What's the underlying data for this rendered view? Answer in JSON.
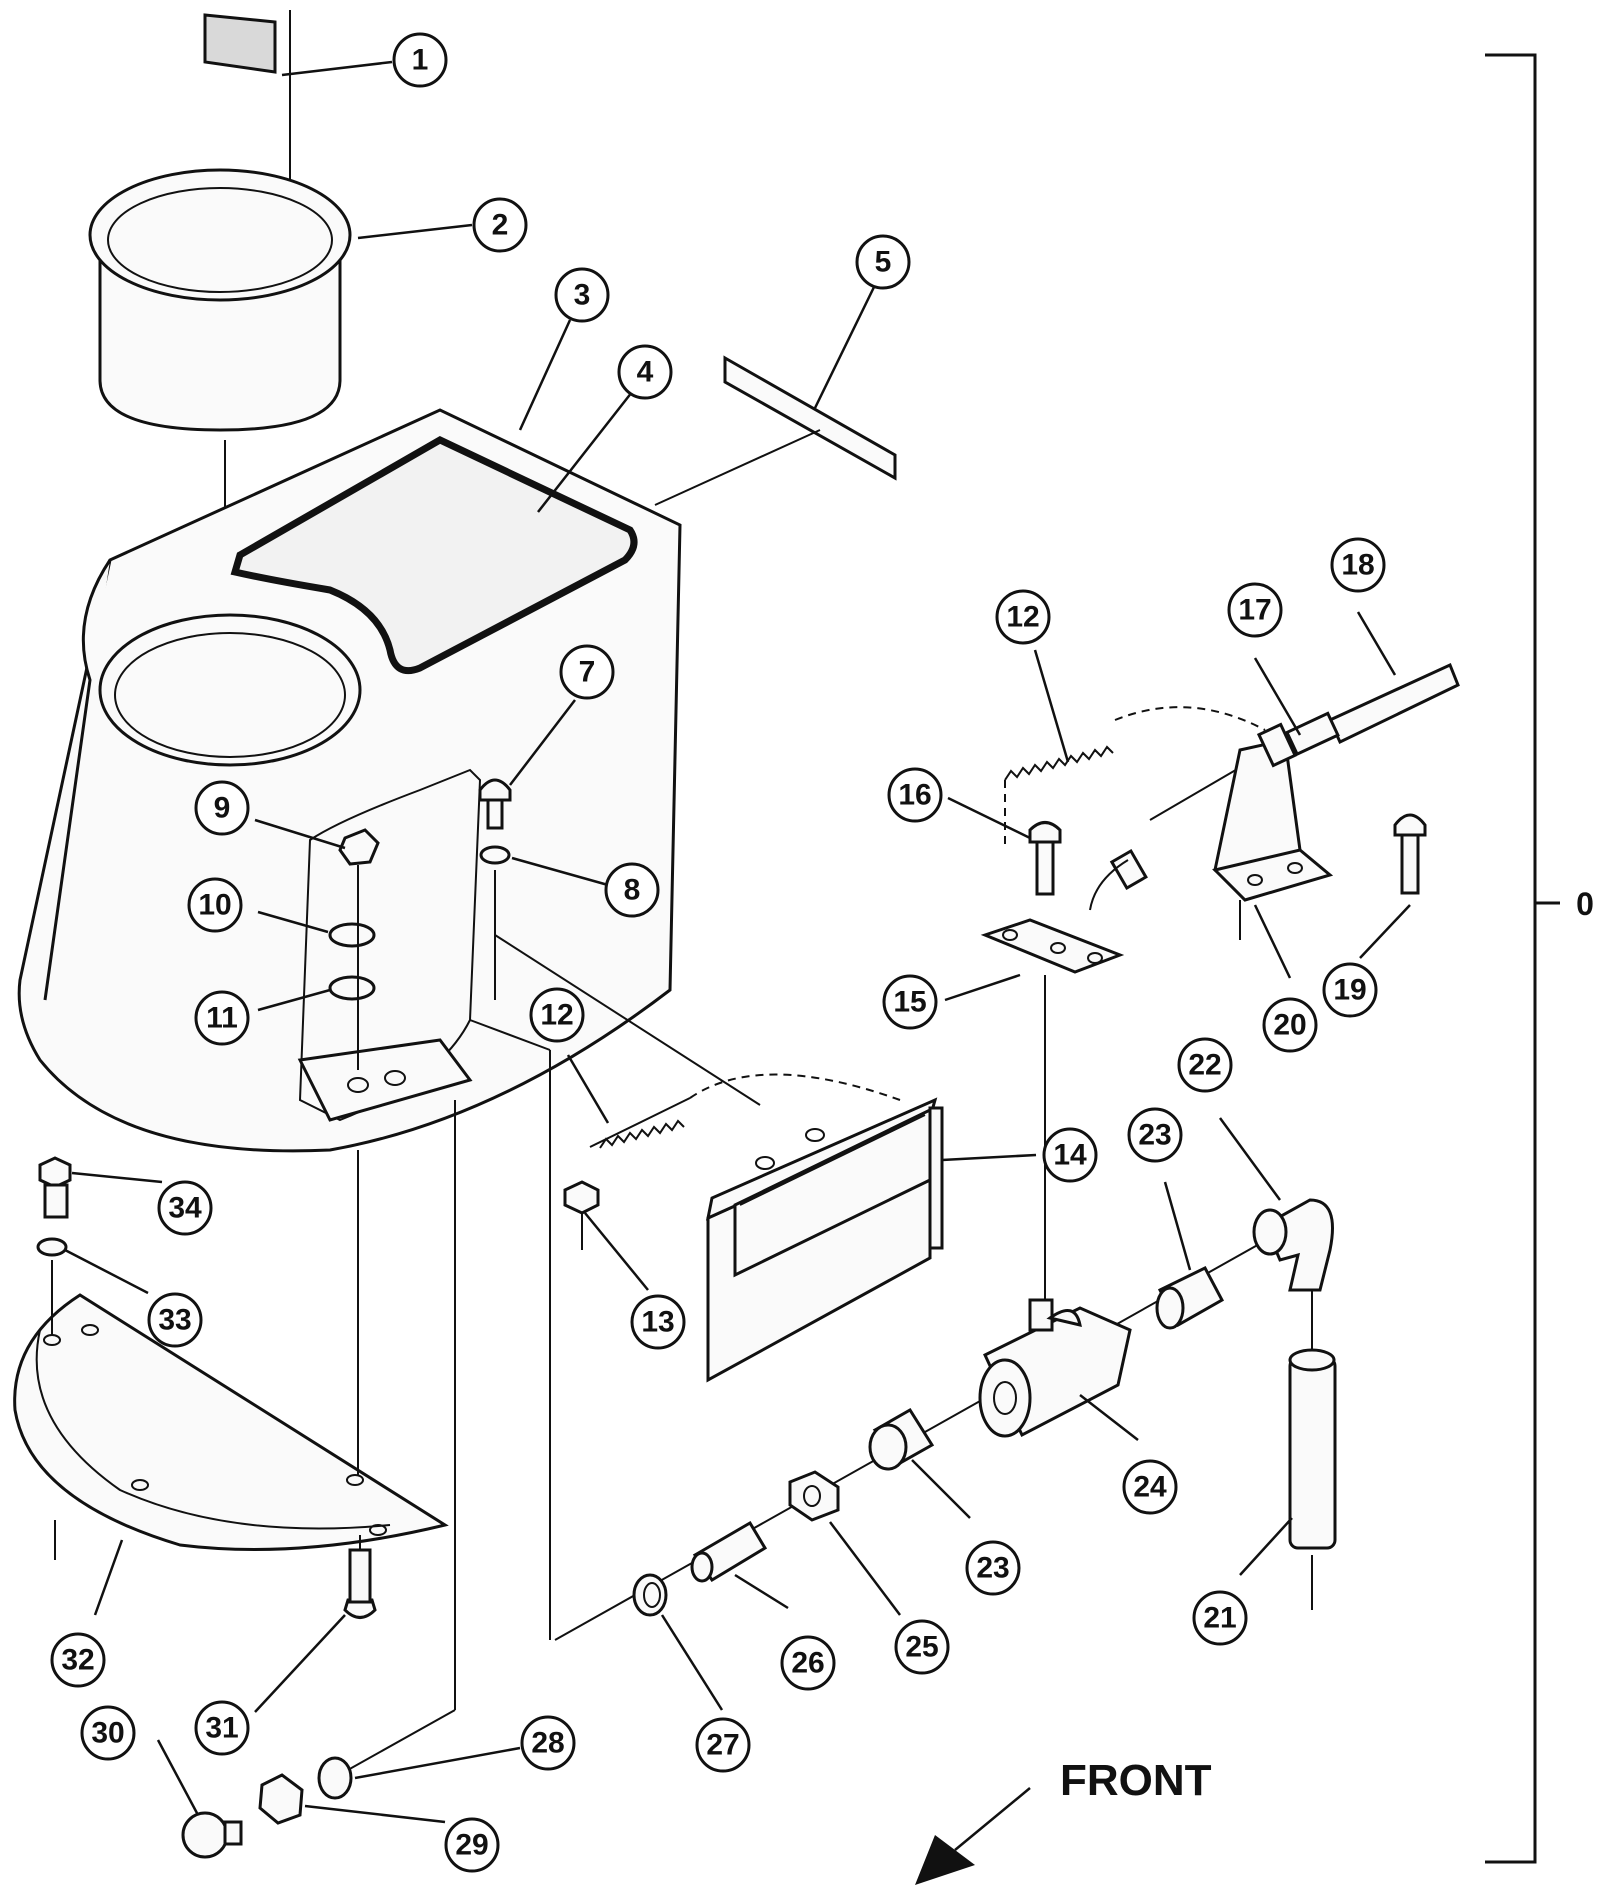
{
  "labels": {
    "front": "FRONT",
    "assembly_ref": "0"
  },
  "callouts": [
    {
      "id": "c1",
      "label": "1"
    },
    {
      "id": "c2",
      "label": "2"
    },
    {
      "id": "c3",
      "label": "3"
    },
    {
      "id": "c4",
      "label": "4"
    },
    {
      "id": "c5",
      "label": "5"
    },
    {
      "id": "c7",
      "label": "7"
    },
    {
      "id": "c8",
      "label": "8"
    },
    {
      "id": "c9",
      "label": "9"
    },
    {
      "id": "c10",
      "label": "10"
    },
    {
      "id": "c11",
      "label": "11"
    },
    {
      "id": "c12a",
      "label": "12"
    },
    {
      "id": "c12b",
      "label": "12"
    },
    {
      "id": "c13",
      "label": "13"
    },
    {
      "id": "c14",
      "label": "14"
    },
    {
      "id": "c15",
      "label": "15"
    },
    {
      "id": "c16",
      "label": "16"
    },
    {
      "id": "c17",
      "label": "17"
    },
    {
      "id": "c18",
      "label": "18"
    },
    {
      "id": "c19",
      "label": "19"
    },
    {
      "id": "c20",
      "label": "20"
    },
    {
      "id": "c21",
      "label": "21"
    },
    {
      "id": "c22",
      "label": "22"
    },
    {
      "id": "c23a",
      "label": "23"
    },
    {
      "id": "c23b",
      "label": "23"
    },
    {
      "id": "c24",
      "label": "24"
    },
    {
      "id": "c25",
      "label": "25"
    },
    {
      "id": "c26",
      "label": "26"
    },
    {
      "id": "c27",
      "label": "27"
    },
    {
      "id": "c28",
      "label": "28"
    },
    {
      "id": "c29",
      "label": "29"
    },
    {
      "id": "c30",
      "label": "30"
    },
    {
      "id": "c31",
      "label": "31"
    },
    {
      "id": "c32",
      "label": "32"
    },
    {
      "id": "c33",
      "label": "33"
    },
    {
      "id": "c34",
      "label": "34"
    }
  ]
}
